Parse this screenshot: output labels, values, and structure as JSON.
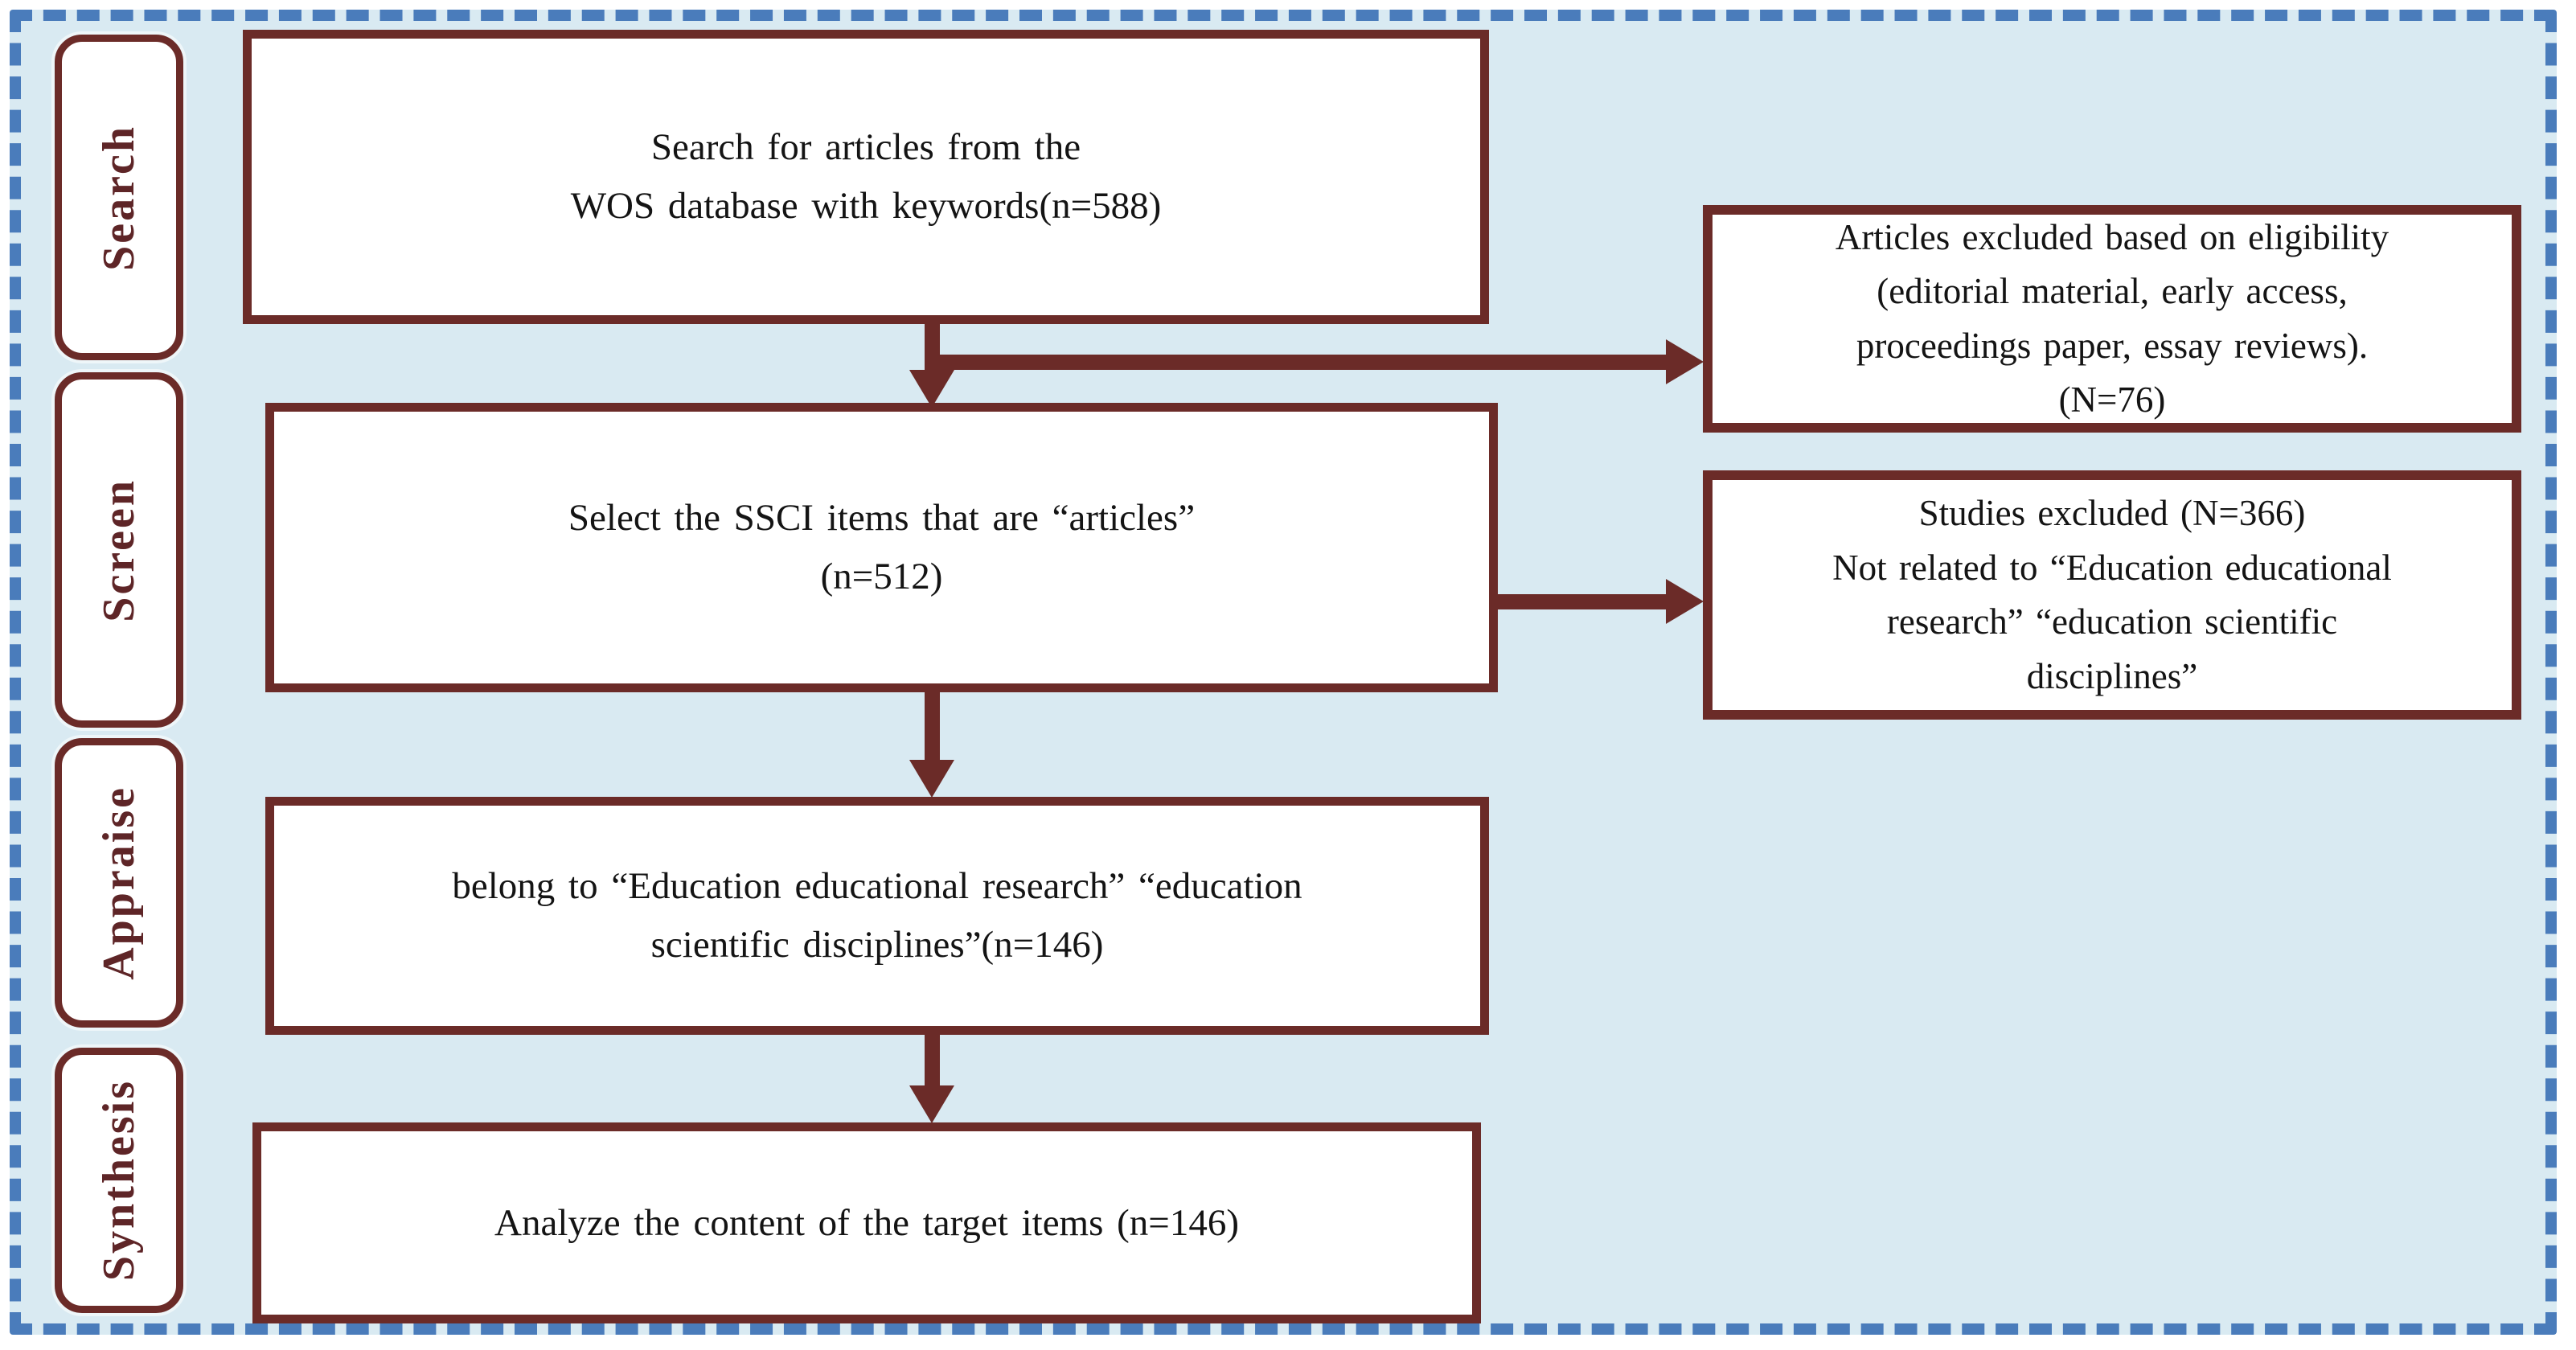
{
  "stages": [
    {
      "label": "Search"
    },
    {
      "label": "Screen"
    },
    {
      "label": "Appraise"
    },
    {
      "label": "Synthesis"
    }
  ],
  "boxes": {
    "search": {
      "lines": [
        "Search for articles from the",
        "WOS database with keywords(n=588)"
      ]
    },
    "screen": {
      "lines": [
        "Select the SSCI items that are “articles”",
        "(n=512)"
      ]
    },
    "appraise": {
      "lines": [
        "belong to “Education educational research” “education",
        "scientific disciplines”(n=146)"
      ]
    },
    "synthesis": {
      "lines": [
        "Analyze the content of the target items (n=146)"
      ]
    }
  },
  "exclusions": {
    "eligibility": {
      "lines": [
        "Articles excluded based on eligibility",
        "(editorial material, early access,",
        "proceedings paper, essay reviews).",
        "(N=76)"
      ]
    },
    "scope": {
      "lines": [
        "Studies excluded (N=366)",
        "Not related to “Education educational",
        "research” “education scientific",
        "disciplines”"
      ]
    }
  },
  "colors": {
    "frame_dash": "#4a7cbb",
    "canvas_bg": "#d9eaf2",
    "box_border": "#6b2b28",
    "box_bg": "#ffffff",
    "stage_text": "#5e2527",
    "body_text": "#141414",
    "arrow": "#6b2b28"
  }
}
